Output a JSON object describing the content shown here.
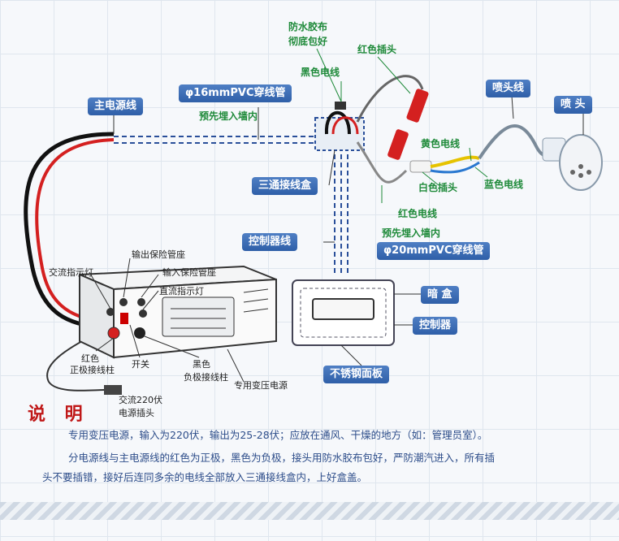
{
  "labels": {
    "main_power": "主电源线",
    "pvc16": "φ16mmPVC穿线管",
    "pre_bury_top": "预先埋入墙内",
    "waterproof": "防水胶布",
    "wrap": "彻底包好",
    "black_wire": "黑色电线",
    "red_plug": "红色插头",
    "sprinkler_wire": "喷头线",
    "sprinkler": "喷 头",
    "yellow_wire": "黄色电线",
    "white_plug": "白色插头",
    "blue_wire": "蓝色电线",
    "tee_box": "三通接线盒",
    "red_wire": "红色电线",
    "pre_bury_mid": "预先埋入墙内",
    "controller_wire": "控制器线",
    "pvc20": "φ20mmPVC穿线管",
    "dark_box": "暗 盒",
    "controller": "控制器",
    "stainless_panel": "不锈钢面板",
    "out_fuse": "输出保险管座",
    "in_fuse": "输入保险管座",
    "ac_lamp": "交流指示灯",
    "dc_lamp": "直流指示灯",
    "red_terminal_1": "红色",
    "red_terminal_2": "正极接线柱",
    "switch": "开关",
    "black_terminal_1": "黑色",
    "black_terminal_2": "负极接线柱",
    "transformer": "专用变压电源",
    "ac_plug_1": "交流220伏",
    "ac_plug_2": "电源插头"
  },
  "explain": {
    "title": "说 明",
    "line1": "专用变压电源，输入为220伏，输出为25-28伏；应放在通风、干燥的地方（如：管理员室）。",
    "line2": "分电源线与主电源线的红色为正极，黑色为负极，接头用防水胶布包好，严防潮汽进入，所有插",
    "line3": "头不要插错，接好后连同多余的电线全部放入三通接线盒内，上好盒盖。"
  },
  "colors": {
    "label_blue": "#3a6db5",
    "green_text": "#1f8a3a",
    "red_wire": "#d42020",
    "black_wire": "#111111",
    "yellow_wire": "#e6c300",
    "blue_wire": "#2a78d0"
  }
}
